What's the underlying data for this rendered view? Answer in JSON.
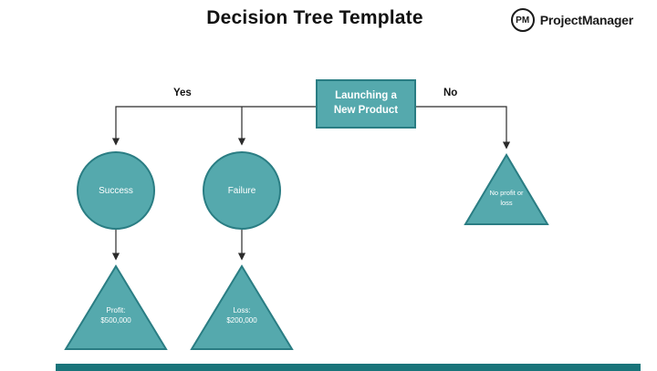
{
  "title": "Decision Tree Template",
  "logo": {
    "monogram": "PM",
    "name": "ProjectManager"
  },
  "branches": {
    "yes": "Yes",
    "no": "No"
  },
  "nodes": {
    "root": {
      "line1": "Launching a",
      "line2": "New Product"
    },
    "success": "Success",
    "failure": "Failure",
    "profit": {
      "line1": "Profit:",
      "line2": "$500,000"
    },
    "loss": {
      "line1": "Loss:",
      "line2": "$200,000"
    },
    "no_profit": "No profit or loss"
  },
  "colors": {
    "shape_fill": "#55a9ad",
    "shape_stroke": "#2a7d83",
    "connector": "#2b2b2b",
    "bottom_bar": "#19747A"
  }
}
